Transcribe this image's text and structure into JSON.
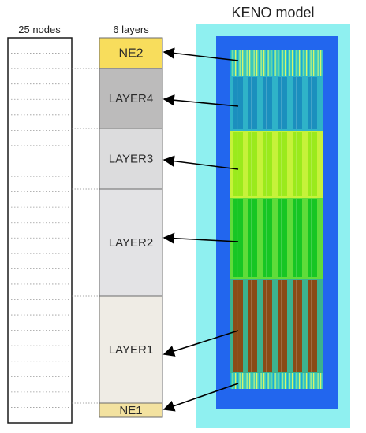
{
  "titles": {
    "nodes": "25 nodes",
    "layers": "6 layers",
    "keno": "KENO model"
  },
  "node_count": 25,
  "layers": [
    {
      "label": "NE2",
      "color": "#f8dd5c"
    },
    {
      "label": "LAYER4",
      "color": "#bcbbbb"
    },
    {
      "label": "LAYER3",
      "color": "#dcdcdd"
    },
    {
      "label": "LAYER2",
      "color": "#e3e3e5"
    },
    {
      "label": "LAYER1",
      "color": "#efece5"
    },
    {
      "label": "NE1",
      "color": "#f3e2a0"
    }
  ],
  "colors": {
    "outer": "#8ff0f0",
    "reflector": "#2266ee",
    "zone_ne": "#37c6c0",
    "zone_layer4": "#1b8fbe",
    "zone_layer3": "#9bea1c",
    "zone_layer2": "#17c624",
    "zone_layer1": "#8a4c16",
    "arrow": "#000000"
  }
}
